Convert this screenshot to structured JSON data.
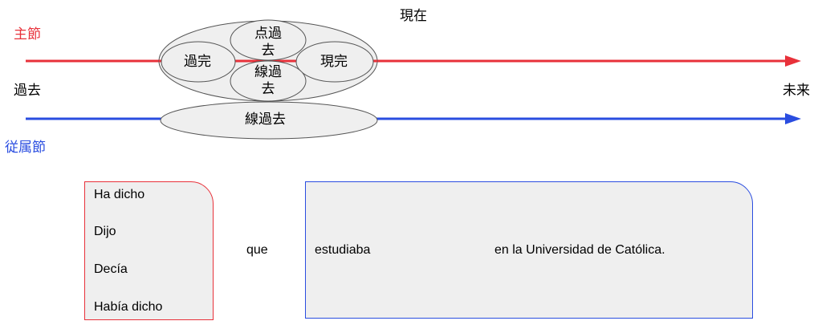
{
  "colors": {
    "main": "#e8313a",
    "subordinate": "#2a4de0",
    "fill": "#efefef",
    "stroke": "#555555"
  },
  "labels": {
    "present": "現在",
    "main_clause": "主節",
    "past": "過去",
    "future": "未来",
    "subordinate_clause": "従属節"
  },
  "bubbles": {
    "preterite": "点過\n去",
    "present_perfect": "過完",
    "present": "現完",
    "imperfect_top": "線過\n去",
    "imperfect_sub": "線過去"
  },
  "main_verbs": [
    "Ha dicho",
    "Dijo",
    "Decía",
    "Había dicho"
  ],
  "connector": "que",
  "subordinate": {
    "verb": "estudiaba",
    "rest": "en la Universidad de Católica."
  }
}
